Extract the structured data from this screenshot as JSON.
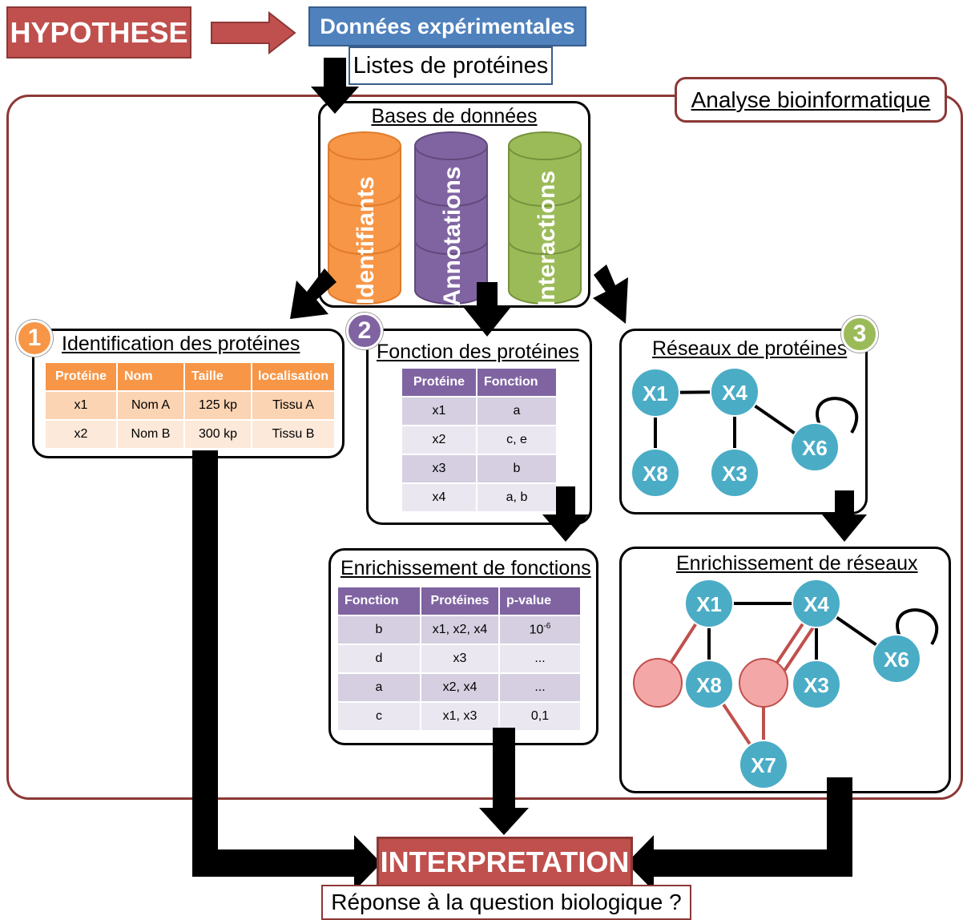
{
  "header": {
    "hypothese": "HYPOTHESE",
    "donnees": "Données expérimentales",
    "listes": "Listes de protéines",
    "analyse": "Analyse bioinformatique"
  },
  "bases": {
    "title": "Bases de données",
    "db1": "Identifiants",
    "db2": "Annotations",
    "db3": "Interactions"
  },
  "panel1": {
    "number": "1",
    "title": "Identification des protéines",
    "headers": [
      "Protéine",
      "Nom",
      "Taille",
      "localisation"
    ],
    "rows": [
      [
        "x1",
        "Nom A",
        "125 kp",
        "Tissu A"
      ],
      [
        "x2",
        "Nom B",
        "300 kp",
        "Tissu B"
      ]
    ]
  },
  "panel2": {
    "number": "2",
    "title": "Fonction des protéines",
    "headers": [
      "Protéine",
      "Fonction"
    ],
    "rows": [
      [
        "x1",
        "a"
      ],
      [
        "x2",
        "c, e"
      ],
      [
        "x3",
        "b"
      ],
      [
        "x4",
        "a, b"
      ]
    ]
  },
  "panel3": {
    "number": "3",
    "title": "Réseaux de protéines",
    "nodes": [
      "X1",
      "X4",
      "X6",
      "X8",
      "X3"
    ]
  },
  "enrich_func": {
    "title": "Enrichissement de fonctions",
    "headers": [
      "Fonction",
      "Protéines",
      "p-value"
    ],
    "rows": [
      [
        "b",
        "x1, x2, x4",
        "10"
      ],
      [
        "d",
        "x3",
        "..."
      ],
      [
        "a",
        "x2, x4",
        "..."
      ],
      [
        "c",
        "x1, x3",
        "0,1"
      ]
    ],
    "exponent": "-6"
  },
  "enrich_net": {
    "title": "Enrichissement de réseaux",
    "nodes": [
      "X1",
      "X4",
      "X6",
      "X8",
      "X3",
      "X7"
    ]
  },
  "footer": {
    "interpretation": "INTERPRETATION",
    "reponse": "Réponse à la question biologique ?"
  },
  "colors": {
    "red": "#c0504d",
    "blue": "#4f81bd",
    "orange": "#f79646",
    "purple": "#8064a2",
    "green": "#9bbb59",
    "node": "#4bacc6"
  }
}
